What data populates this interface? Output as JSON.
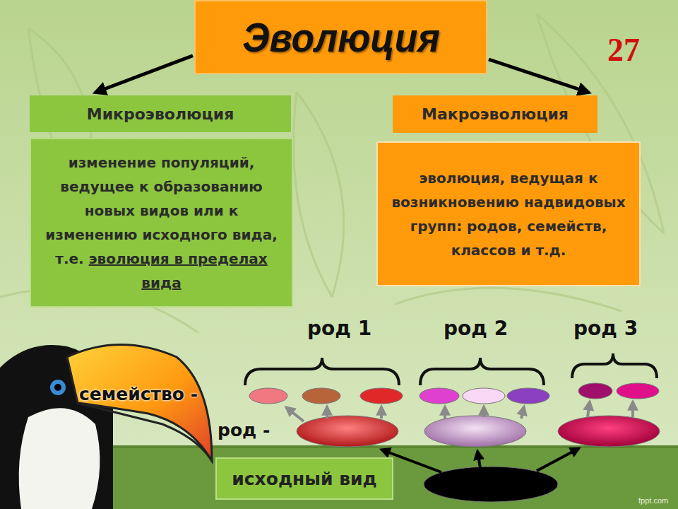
{
  "diagram": {
    "nodes": [
      {
        "text": [
          "Эволюция"
        ]
      },
      {
        "text": [
          "Микроэволюция"
        ]
      },
      {
        "text": [
          "изменение популяций, ведущее к образованию новых видов или к изменению исходного вида, т.е.",
          "эволюция в пределах вида"
        ]
      },
      {
        "text": [
          "Макроэволюция"
        ]
      },
      {
        "text": [
          "эволюция, ведущая к возникновению надвидовых групп: родов, семейств, классов и т.д."
        ]
      },
      {
        "text": [
          "исходный вид"
        ]
      }
    ],
    "edges": [
      {
        "from": 0,
        "to": 1,
        "arrow": "to"
      },
      {
        "from": 0,
        "to": 3,
        "arrow": "to"
      }
    ],
    "labels": [
      "27",
      "род 1",
      "род 2",
      "род 3",
      "семейство -",
      "род -",
      "fppt.com"
    ]
  }
}
